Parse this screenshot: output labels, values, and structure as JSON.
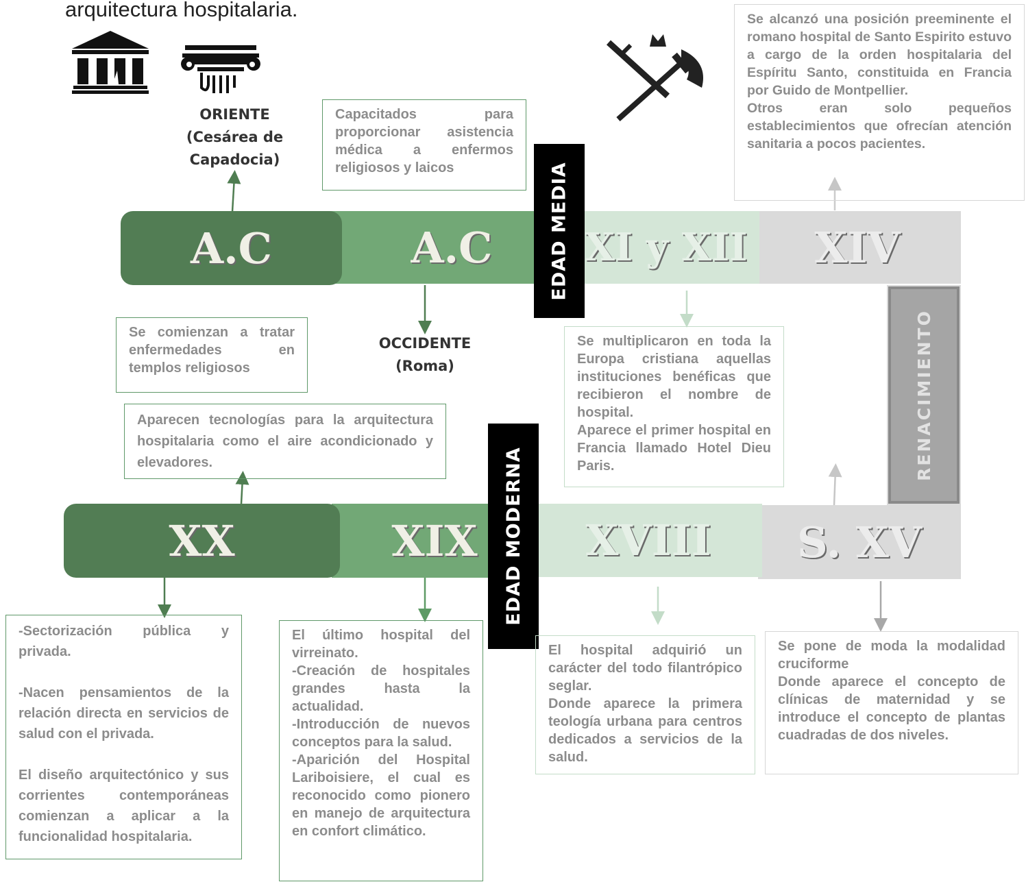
{
  "title_fragment": "arquitectura hospitalaria.",
  "eras": {
    "media": "EDAD MEDIA",
    "moderna": "EDAD MODERNA",
    "renacimiento": "RENACIMIENTO"
  },
  "timeline_top": [
    "A.C",
    "A.C",
    "XI y XII",
    "XIV"
  ],
  "timeline_bottom": [
    "XX",
    "XIX",
    "XVIII",
    "S. XV"
  ],
  "labels": {
    "oriente": "ORIENTE\n(Cesárea de\nCapadocia)",
    "occidente": "OCCIDENTE\n(Roma)"
  },
  "boxes": {
    "capacitados": "Capacitados para proporcionar asistencia médica a enfermos religiosos y laicos",
    "templos": "Se comienzan a tratar enfermedades en templos religiosos",
    "tecnologias": "Aparecen tecnologías para la arquitectura hospitalaria como el aire acondicionado y elevadores.",
    "xi_xii": "Se multiplicaron en toda la Europa cristiana aquellas instituciones benéficas que recibieron el nombre de hospital.\nAparece el primer hospital en Francia llamado Hotel Dieu Paris.",
    "xiv": "Se alcanzó una posición preeminente el romano hospital de Santo Espirito estuvo a cargo de la orden hospitalaria del Espíritu Santo, constituida en Francia por Guido de Montpellier.\nOtros eran solo pequeños establecimientos que ofrecían atención sanitaria a pocos pacientes.",
    "xx": "-Sectorización pública y privada.\n\n-Nacen pensamientos de la relación directa en servicios de salud con el privada.\n\nEl diseño arquitectónico y sus corrientes contemporáneas comienzan a aplicar a la funcionalidad hospitalaria.",
    "xix": "El último hospital del virreinato.\n -Creación de hospitales grandes hasta la actualidad.\n-Introducción de nuevos conceptos para la salud.\n-Aparición del Hospital Lariboisiere, el cual es reconocido como pionero en manejo de arquitectura en confort climático.",
    "xviii": "El hospital adquirió un carácter del todo filantrópico seglar.\nDonde aparece la primera teología urbana para centros dedicados a servicios de la salud.",
    "xv": "Se pone de moda la modalidad cruciforme\nDonde aparece el concepto de clínicas de maternidad y se introduce el concepto de plantas cuadradas de dos niveles."
  },
  "icons": [
    "greek-temple-icon",
    "ionic-column-icon",
    "crossed-sword-axe-crown-icon"
  ],
  "colors": {
    "dark_green": "#527d54",
    "mid_green": "#72a876",
    "light_green": "#d4e6d7",
    "light_gray": "#dadada",
    "renaissance_gray": "#a5a5a5",
    "era_black": "#000000"
  }
}
